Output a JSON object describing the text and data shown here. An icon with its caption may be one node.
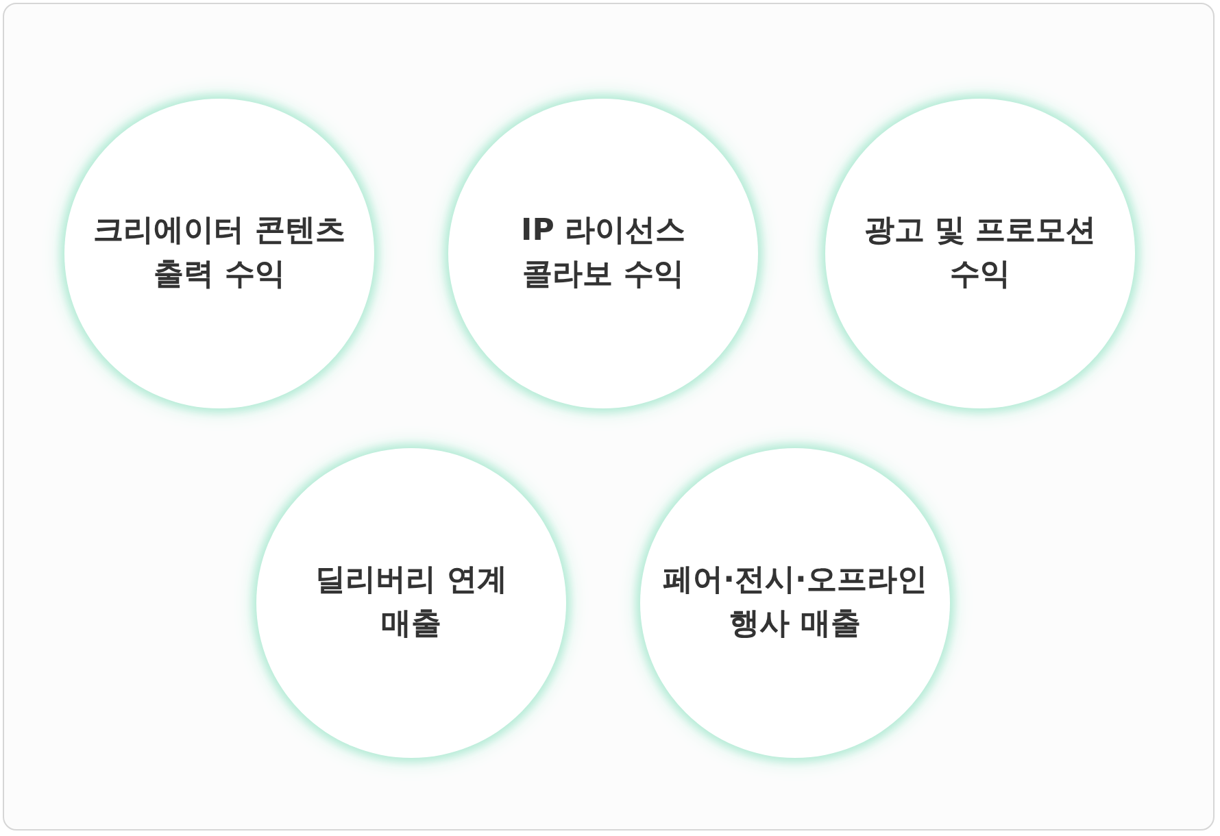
{
  "diagram": {
    "nodes": [
      {
        "text": [
          "크리에이터 콘텐츠 출력 수익"
        ]
      },
      {
        "text": [
          "IP 라이선스 콜라보 수익"
        ]
      },
      {
        "text": [
          "광고 및 프로모션 수익"
        ]
      },
      {
        "text": [
          "딜리버리 연계 매출"
        ]
      },
      {
        "text": [
          "페어·전시·오프라인 행사 매출"
        ]
      }
    ]
  }
}
